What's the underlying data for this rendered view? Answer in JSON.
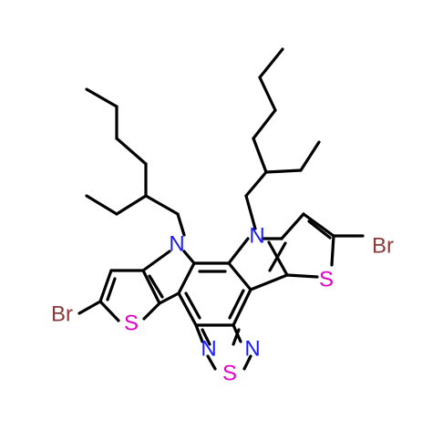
{
  "molecule": {
    "atoms": [
      {
        "id": "br-left",
        "text": "Br",
        "role": "bromine",
        "color": "#8b3a3a"
      },
      {
        "id": "br-right",
        "text": "Br",
        "role": "bromine",
        "color": "#8b3a3a"
      },
      {
        "id": "s-left-thiophene",
        "text": "S",
        "role": "sulfur",
        "color": "#e000c8"
      },
      {
        "id": "s-right-thiophene",
        "text": "S",
        "role": "sulfur",
        "color": "#e000c8"
      },
      {
        "id": "s-thiadiazole",
        "text": "S",
        "role": "sulfur",
        "color": "#e000c8"
      },
      {
        "id": "n-left-pyrrole",
        "text": "N",
        "role": "nitrogen",
        "color": "#1a1aff"
      },
      {
        "id": "n-right-pyrrole",
        "text": "N",
        "role": "nitrogen",
        "color": "#1a1aff"
      },
      {
        "id": "n-thiadiazole-left",
        "text": "N",
        "role": "nitrogen",
        "color": "#1a1aff"
      },
      {
        "id": "n-thiadiazole-right",
        "text": "N",
        "role": "nitrogen",
        "color": "#1a1aff"
      }
    ]
  }
}
